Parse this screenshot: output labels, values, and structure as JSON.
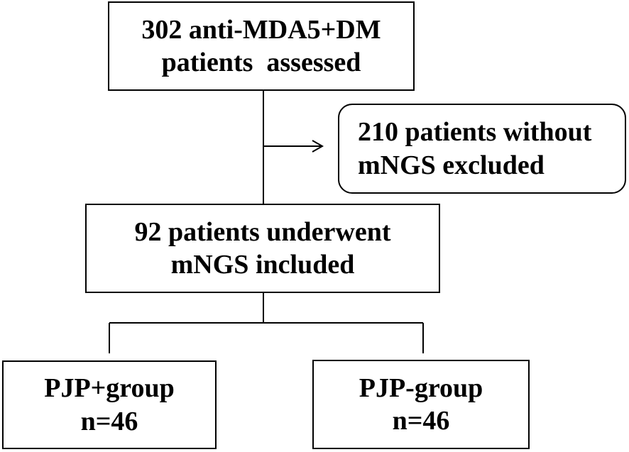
{
  "diagram": {
    "top_box": {
      "lines": [
        "302 anti-MDA5+DM",
        "patients  assessed"
      ]
    },
    "excluded_box": {
      "lines": [
        "210 patients without",
        "mNGS excluded"
      ]
    },
    "included_box": {
      "lines": [
        "92 patients underwent",
        "mNGS included"
      ]
    },
    "pjp_positive_box": {
      "lines": [
        "PJP+group",
        "n=46"
      ]
    },
    "pjp_negative_box": {
      "lines": [
        "PJP-group",
        "n=46"
      ]
    }
  }
}
